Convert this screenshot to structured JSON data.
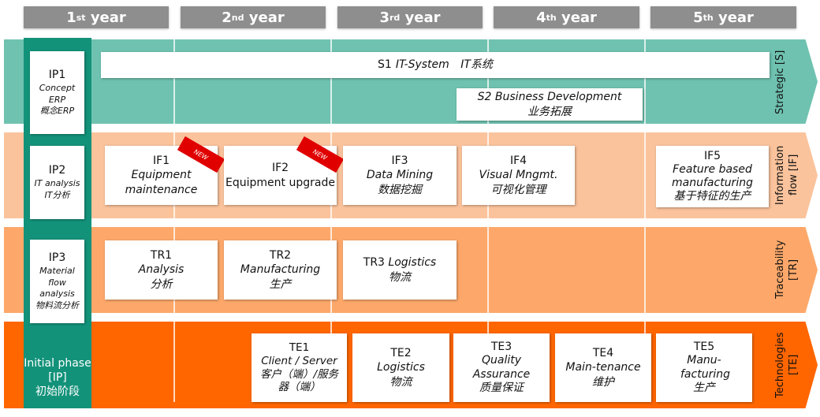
{
  "years": [
    {
      "num": "1",
      "sup": "st",
      "label": "year"
    },
    {
      "num": "2",
      "sup": "nd",
      "label": "year"
    },
    {
      "num": "3",
      "sup": "rd",
      "label": "year"
    },
    {
      "num": "4",
      "sup": "th",
      "label": "year"
    },
    {
      "num": "5",
      "sup": "th",
      "label": "year"
    }
  ],
  "rows": {
    "strategic": "Strategic [S]",
    "information": "Information flow [IF]",
    "traceability": "Traceability [TR]",
    "technologies": "Technologies [TE]"
  },
  "colors": {
    "teal": "#6fc2b0",
    "dark_green": "#13927a",
    "peach": "#fbc39c",
    "light_orange": "#fda86a",
    "orange": "#ff6600",
    "gray": "#8e8e8e",
    "badge": "#e00000"
  },
  "initial_phase": {
    "title": "Initial phase [IP]",
    "cn": "初始阶段",
    "items": [
      {
        "code": "IP1",
        "en": "Concept ERP",
        "cn": "概念ERP"
      },
      {
        "code": "IP2",
        "en": "IT analysis",
        "cn": "IT分析"
      },
      {
        "code": "IP3",
        "en": "Material flow analysis",
        "cn": "物料流分析"
      }
    ]
  },
  "strategic": [
    {
      "code": "S1",
      "en": "IT-System",
      "cn": "IT系统"
    },
    {
      "code": "S2",
      "en": "Business Development",
      "cn": "业务拓展"
    }
  ],
  "information": [
    {
      "code": "IF1",
      "en": "Equipment maintenance",
      "cn": "",
      "badge": "NEW"
    },
    {
      "code": "IF2",
      "en": "Equipment upgrade",
      "cn": "",
      "badge": "NEW"
    },
    {
      "code": "IF3",
      "en": "Data Mining",
      "cn": "数据挖掘"
    },
    {
      "code": "IF4",
      "en": "Visual Mngmt.",
      "cn": "可视化管理"
    },
    {
      "code": "IF5",
      "en": "Feature based manufacturing",
      "cn": "基于特征的生产"
    }
  ],
  "traceability": [
    {
      "code": "TR1",
      "en": "Analysis",
      "cn": "分析"
    },
    {
      "code": "TR2",
      "en": "Manufacturing",
      "cn": "生产"
    },
    {
      "code": "TR3",
      "en": "Logistics",
      "cn": "物流"
    }
  ],
  "technologies": [
    {
      "code": "TE1",
      "en": "Client / Server",
      "cn": "客户（端）/服务器（端）"
    },
    {
      "code": "TE2",
      "en": "Logistics",
      "cn": "物流"
    },
    {
      "code": "TE3",
      "en": "Quality Assurance",
      "cn": "质量保证"
    },
    {
      "code": "TE4",
      "en": "Main-tenance",
      "cn": "维护"
    },
    {
      "code": "TE5",
      "en": "Manu-facturing",
      "cn": "生产"
    }
  ]
}
